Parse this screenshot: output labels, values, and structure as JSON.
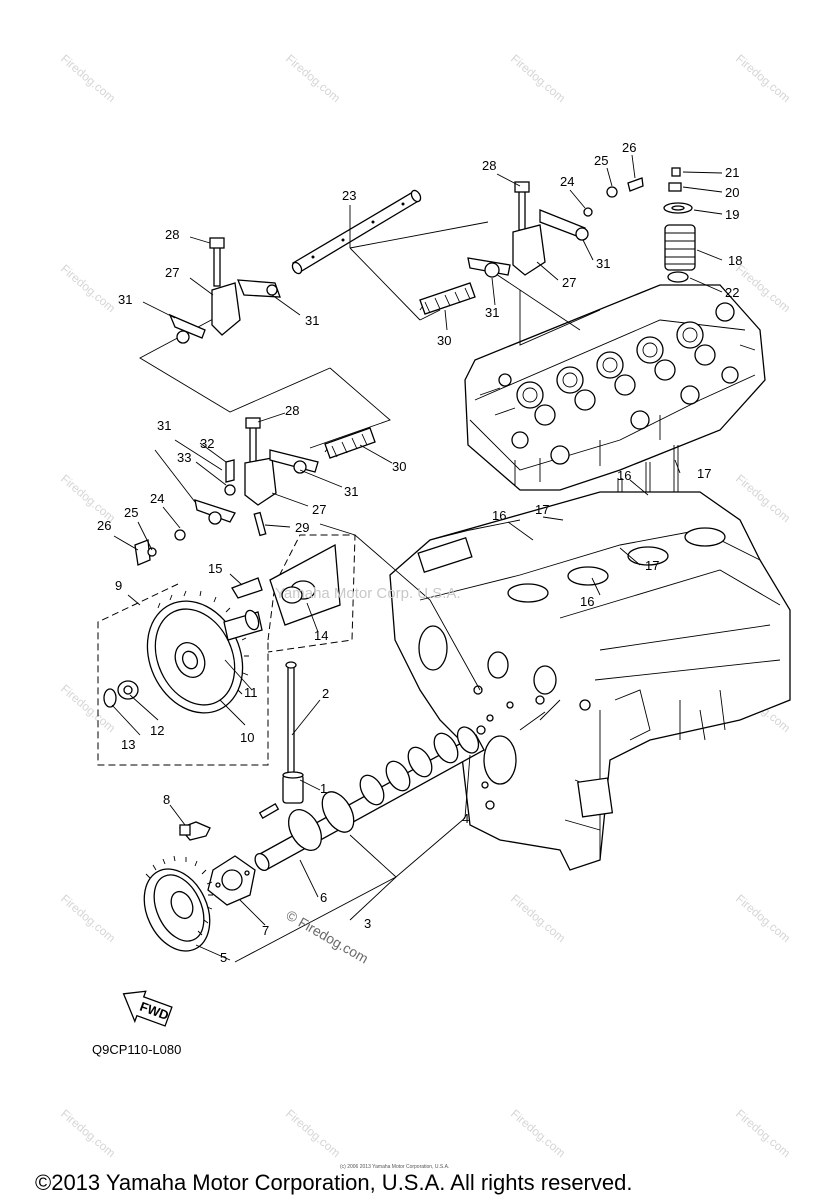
{
  "watermark_text": "Firedog.com",
  "overlay_watermark": "© Firedog.com",
  "center_watermark": "Yamaha Motor Corp. U.S.A.",
  "fwd_label": "FWD",
  "diagram_code": "Q9CP110-L080",
  "fine_print": "(c) 2006 2013 Yamaha Motor Corporation, U.S.A.",
  "copyright": "©2013 Yamaha Motor Corporation, U.S.A. All rights reserved.",
  "callouts": [
    {
      "id": "c28a",
      "text": "28"
    },
    {
      "id": "c26a",
      "text": "26"
    },
    {
      "id": "c25a",
      "text": "25"
    },
    {
      "id": "c24a",
      "text": "24"
    },
    {
      "id": "c21",
      "text": "21"
    },
    {
      "id": "c20",
      "text": "20"
    },
    {
      "id": "c19",
      "text": "19"
    },
    {
      "id": "c18",
      "text": "18"
    },
    {
      "id": "c22",
      "text": "22"
    },
    {
      "id": "c23",
      "text": "23"
    },
    {
      "id": "c28b",
      "text": "28"
    },
    {
      "id": "c27a",
      "text": "27"
    },
    {
      "id": "c31a",
      "text": "31"
    },
    {
      "id": "c31b",
      "text": "31"
    },
    {
      "id": "c27b",
      "text": "27"
    },
    {
      "id": "c31c",
      "text": "31"
    },
    {
      "id": "c31d",
      "text": "31"
    },
    {
      "id": "c30a",
      "text": "30"
    },
    {
      "id": "c28c",
      "text": "28"
    },
    {
      "id": "c31e",
      "text": "31"
    },
    {
      "id": "c32",
      "text": "32"
    },
    {
      "id": "c33",
      "text": "33"
    },
    {
      "id": "c30b",
      "text": "30"
    },
    {
      "id": "c31f",
      "text": "31"
    },
    {
      "id": "c27c",
      "text": "27"
    },
    {
      "id": "c25b",
      "text": "25"
    },
    {
      "id": "c24b",
      "text": "24"
    },
    {
      "id": "c26b",
      "text": "26"
    },
    {
      "id": "c29",
      "text": "29"
    },
    {
      "id": "c16a",
      "text": "16"
    },
    {
      "id": "c17a",
      "text": "17"
    },
    {
      "id": "c17b",
      "text": "17"
    },
    {
      "id": "c16b",
      "text": "16"
    },
    {
      "id": "c17c",
      "text": "17"
    },
    {
      "id": "c16c",
      "text": "16"
    },
    {
      "id": "c15",
      "text": "15"
    },
    {
      "id": "c9",
      "text": "9"
    },
    {
      "id": "c14",
      "text": "14"
    },
    {
      "id": "c11",
      "text": "11"
    },
    {
      "id": "c12",
      "text": "12"
    },
    {
      "id": "c13",
      "text": "13"
    },
    {
      "id": "c10",
      "text": "10"
    },
    {
      "id": "c2",
      "text": "2"
    },
    {
      "id": "c1",
      "text": "1"
    },
    {
      "id": "c8",
      "text": "8"
    },
    {
      "id": "c4",
      "text": "4"
    },
    {
      "id": "c6",
      "text": "6"
    },
    {
      "id": "c3",
      "text": "3"
    },
    {
      "id": "c7",
      "text": "7"
    },
    {
      "id": "c5",
      "text": "5"
    }
  ]
}
